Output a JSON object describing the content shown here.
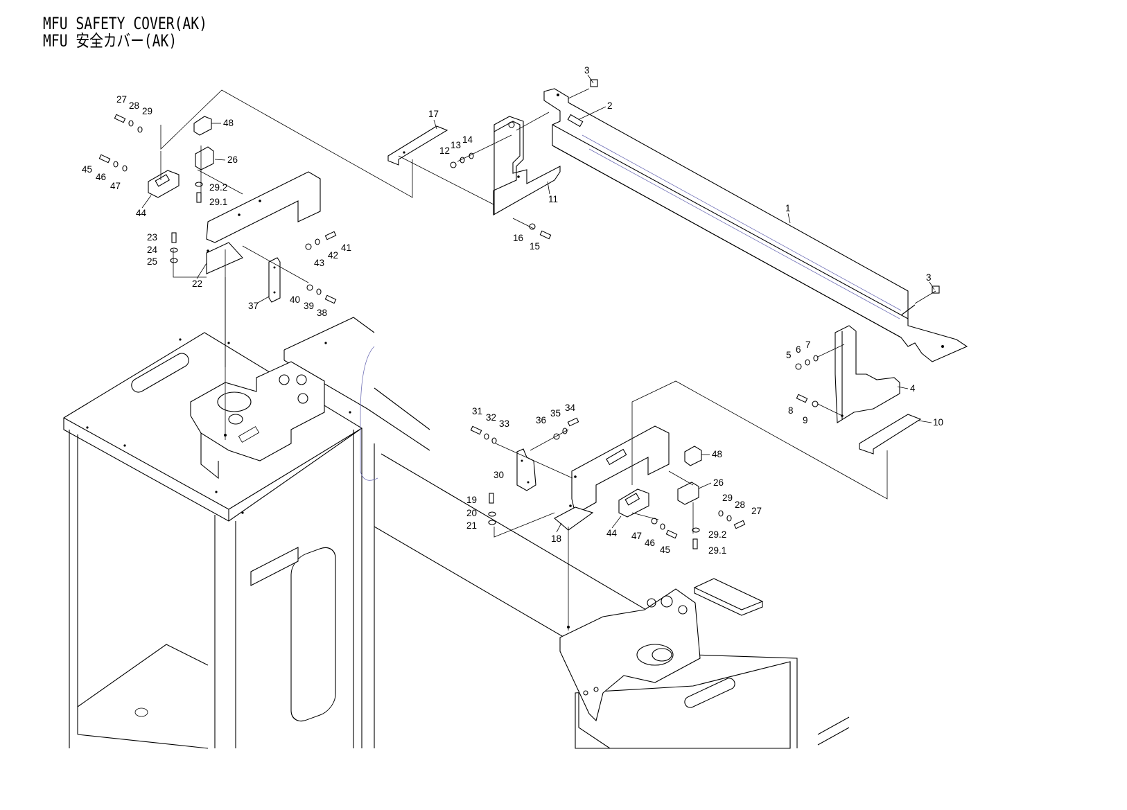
{
  "title": {
    "line1": "MFU SAFETY COVER(AK)",
    "line2": "MFU 安全カバー(AK)"
  },
  "callouts": {
    "c1": "1",
    "c2": "2",
    "c3a": "3",
    "c3b": "3",
    "c4": "4",
    "c5": "5",
    "c6": "6",
    "c7": "7",
    "c8": "8",
    "c9": "9",
    "c10": "10",
    "c11": "11",
    "c12": "12",
    "c13": "13",
    "c14": "14",
    "c15": "15",
    "c16": "16",
    "c17": "17",
    "c18": "18",
    "c19": "19",
    "c20": "20",
    "c21": "21",
    "c22": "22",
    "c23": "23",
    "c24": "24",
    "c25": "25",
    "c26a": "26",
    "c26b": "26",
    "c27a": "27",
    "c27b": "27",
    "c28a": "28",
    "c28b": "28",
    "c29a": "29",
    "c29b": "29",
    "c291a": "29.1",
    "c291b": "29.1",
    "c292a": "29.2",
    "c292b": "29.2",
    "c30": "30",
    "c31": "31",
    "c32": "32",
    "c33": "33",
    "c34": "34",
    "c35": "35",
    "c36": "36",
    "c37": "37",
    "c38": "38",
    "c39": "39",
    "c40": "40",
    "c41": "41",
    "c42": "42",
    "c43": "43",
    "c44a": "44",
    "c44b": "44",
    "c45a": "45",
    "c45b": "45",
    "c46a": "46",
    "c46b": "46",
    "c47a": "47",
    "c47b": "47",
    "c48a": "48",
    "c48b": "48"
  }
}
